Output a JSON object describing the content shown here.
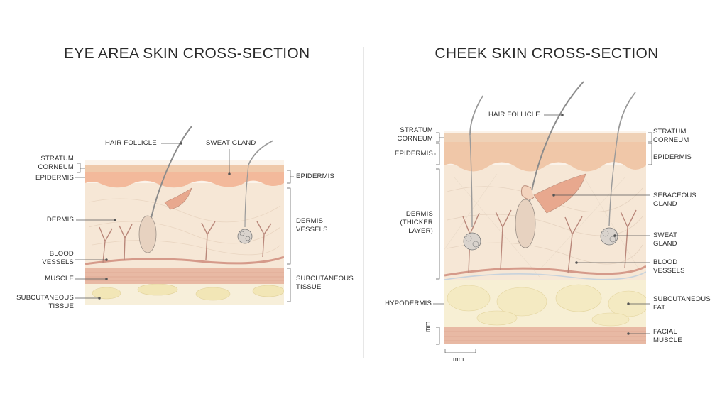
{
  "left_panel": {
    "title": "EYE AREA SKIN CROSS-SECTION",
    "labels": {
      "hair_follicle": [
        "HAIR FOLLICLE"
      ],
      "sweat_gland": [
        "SWEAT GLAND"
      ],
      "stratum_corneum": [
        "STRATUM",
        "CORNEUM"
      ],
      "epidermis_left": [
        "EPIDERMIS"
      ],
      "epidermis_right": [
        "EPIDERMIS"
      ],
      "dermis": [
        "DERMIS"
      ],
      "dermis_vessels": [
        "DERMIS",
        "VESSELS"
      ],
      "blood_vessels": [
        "BLOOD",
        "VESSELS"
      ],
      "muscle": [
        "MUSCLE"
      ],
      "subcutaneous_left": [
        "SUBCUTANEOUS",
        "TISSUE"
      ],
      "subcutaneous_right": [
        "SUBCUTANEOUS",
        "TISSUE"
      ]
    }
  },
  "right_panel": {
    "title": "CHEEK SKIN CROSS-SECTION",
    "labels": {
      "hair_follicle": [
        "HAIR FOLLICLE"
      ],
      "stratum_corneum_left": [
        "STRATUM",
        "CORNEUM"
      ],
      "stratum_corneum_right": [
        "STRATUM",
        "CORNEUM"
      ],
      "epidermis_left": [
        "EPIDERMIS"
      ],
      "epidermis_right": [
        "EPIDERMIS"
      ],
      "dermis": [
        "DERMIS",
        "(THICKER",
        "LAYER)"
      ],
      "sebaceous_gland": [
        "SEBACEOUS",
        "GLAND"
      ],
      "sweat_gland": [
        "SWEAT",
        "GLAND"
      ],
      "blood_vessels": [
        "BLOOD",
        "VESSELS"
      ],
      "hypodermis": [
        "HYPODERMIS"
      ],
      "subcutaneous_fat": [
        "SUBCUTANEOUS",
        "FAT"
      ],
      "facial_muscle": [
        "FACIAL",
        "MUSCLE"
      ],
      "scale_vertical": "mm",
      "scale_horizontal": "mm"
    }
  },
  "colors": {
    "stratum": "#efc9aa",
    "epidermis": "#f3b99b",
    "dermis": "#f6e7d6",
    "muscle": "#e8b9a4",
    "fat": "#f6ecc9",
    "vessel": "#d59a8a",
    "line": "#555555"
  }
}
